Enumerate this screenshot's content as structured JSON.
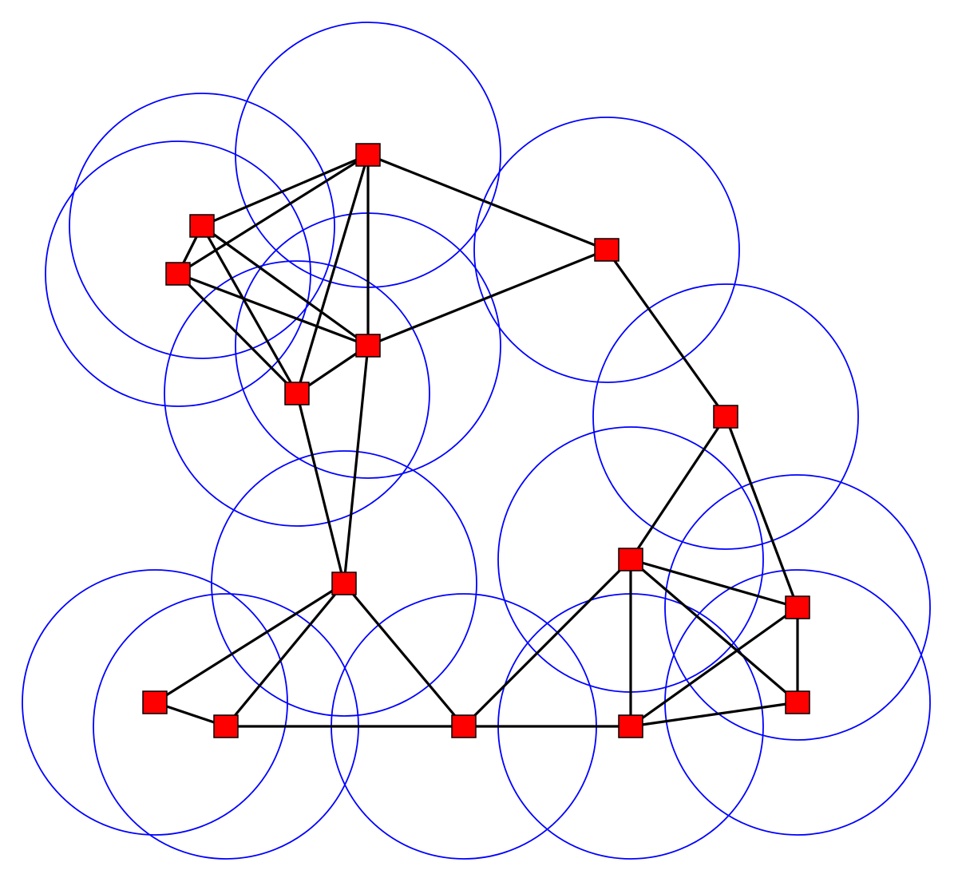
{
  "diagram": {
    "type": "unit-disk-graph",
    "colors": {
      "node_fill": "#ff0000",
      "node_stroke": "#000000",
      "edge": "#000000",
      "range_circle": "#0000ff",
      "background": "#ffffff"
    },
    "nodes": [
      "n0",
      "n1",
      "n2",
      "n3",
      "n4",
      "n5",
      "n6",
      "n7",
      "n8",
      "n9",
      "n10",
      "n11",
      "n12",
      "n13",
      "n14"
    ],
    "edges": [
      [
        "n0",
        "n1"
      ],
      [
        "n0",
        "n2"
      ],
      [
        "n0",
        "n4"
      ],
      [
        "n0",
        "n5"
      ],
      [
        "n0",
        "n3"
      ],
      [
        "n1",
        "n2"
      ],
      [
        "n1",
        "n4"
      ],
      [
        "n1",
        "n5"
      ],
      [
        "n2",
        "n4"
      ],
      [
        "n2",
        "n5"
      ],
      [
        "n4",
        "n5"
      ],
      [
        "n4",
        "n3"
      ],
      [
        "n4",
        "n7"
      ],
      [
        "n5",
        "n7"
      ],
      [
        "n3",
        "n6"
      ],
      [
        "n6",
        "n8"
      ],
      [
        "n6",
        "n9"
      ],
      [
        "n7",
        "n10"
      ],
      [
        "n7",
        "n11"
      ],
      [
        "n7",
        "n12"
      ],
      [
        "n10",
        "n11"
      ],
      [
        "n11",
        "n12"
      ],
      [
        "n12",
        "n13"
      ],
      [
        "n12",
        "n8"
      ],
      [
        "n8",
        "n13"
      ],
      [
        "n8",
        "n9"
      ],
      [
        "n8",
        "n14"
      ],
      [
        "n9",
        "n13"
      ],
      [
        "n9",
        "n14"
      ],
      [
        "n13",
        "n14"
      ]
    ]
  }
}
